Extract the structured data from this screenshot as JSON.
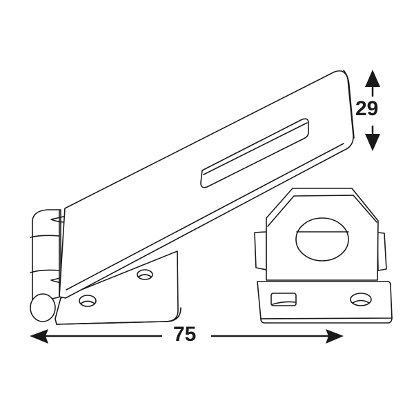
{
  "diagram": {
    "subject": "hasp and staple",
    "parts": [
      "hinged hasp",
      "slot",
      "staple with padlock eye",
      "base plate with screw holes"
    ],
    "colors": {
      "line": "#1a1a1a",
      "background": "#ffffff"
    }
  },
  "dimensions": {
    "height": {
      "value": "29",
      "orientation": "vertical"
    },
    "width": {
      "value": "75",
      "orientation": "horizontal"
    }
  }
}
